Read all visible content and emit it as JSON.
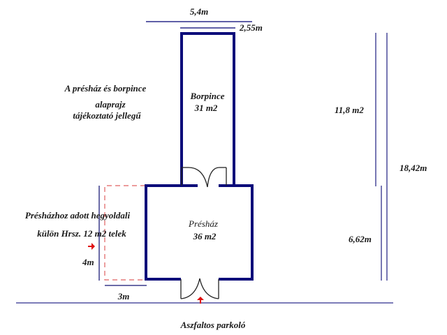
{
  "title": {
    "line1": "A présház és borpince",
    "line2": "alaprajz",
    "line3": "tájékoztató jellegű"
  },
  "rooms": {
    "borpince": {
      "name": "Borpince",
      "area": "31 m2"
    },
    "preshaz": {
      "name": "Présház",
      "area": "36 m2"
    }
  },
  "plot": {
    "line1": "Présházhoz adott hegyoldali",
    "line2": "külön Hrsz. 12 m2 telek"
  },
  "dimensions": {
    "top_total": "5,4m",
    "top_cellar": "2,55m",
    "right_upper": "11,8 m2",
    "right_total": "18,42m",
    "right_lower": "6,62m",
    "plot_height": "4m",
    "plot_width": "3m"
  },
  "ground": {
    "label": "Aszfaltos parkoló"
  },
  "colors": {
    "wall": "#0a0a7a",
    "dimension_line": "#2a2a8a",
    "ground_line": "#7c7cb8",
    "plot_dash": "#e06060",
    "arrow": "#e01010",
    "door": "#222222"
  }
}
